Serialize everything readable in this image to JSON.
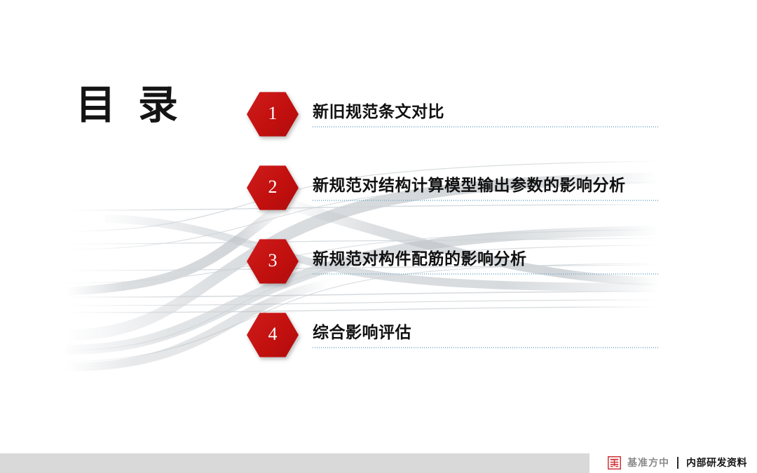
{
  "slide": {
    "title": "目 录",
    "background_color": "#ffffff",
    "accent_color": "#c8141b",
    "rule_color": "#7fb2cd",
    "footer_band_color": "#d9d9d9",
    "ribbon_color": "#d2d5d8"
  },
  "toc": {
    "items": [
      {
        "number": "1",
        "label": "新旧规范条文对比"
      },
      {
        "number": "2",
        "label": "新规范对结构计算模型输出参数的影响分析"
      },
      {
        "number": "3",
        "label": "新规范对构件配筋的影响分析"
      },
      {
        "number": "4",
        "label": "综合影响评估"
      }
    ]
  },
  "footer": {
    "logo_icon": "company-seal-icon",
    "brand_name": "基准方中",
    "divider": "|",
    "tagline": "内部研发资料"
  }
}
